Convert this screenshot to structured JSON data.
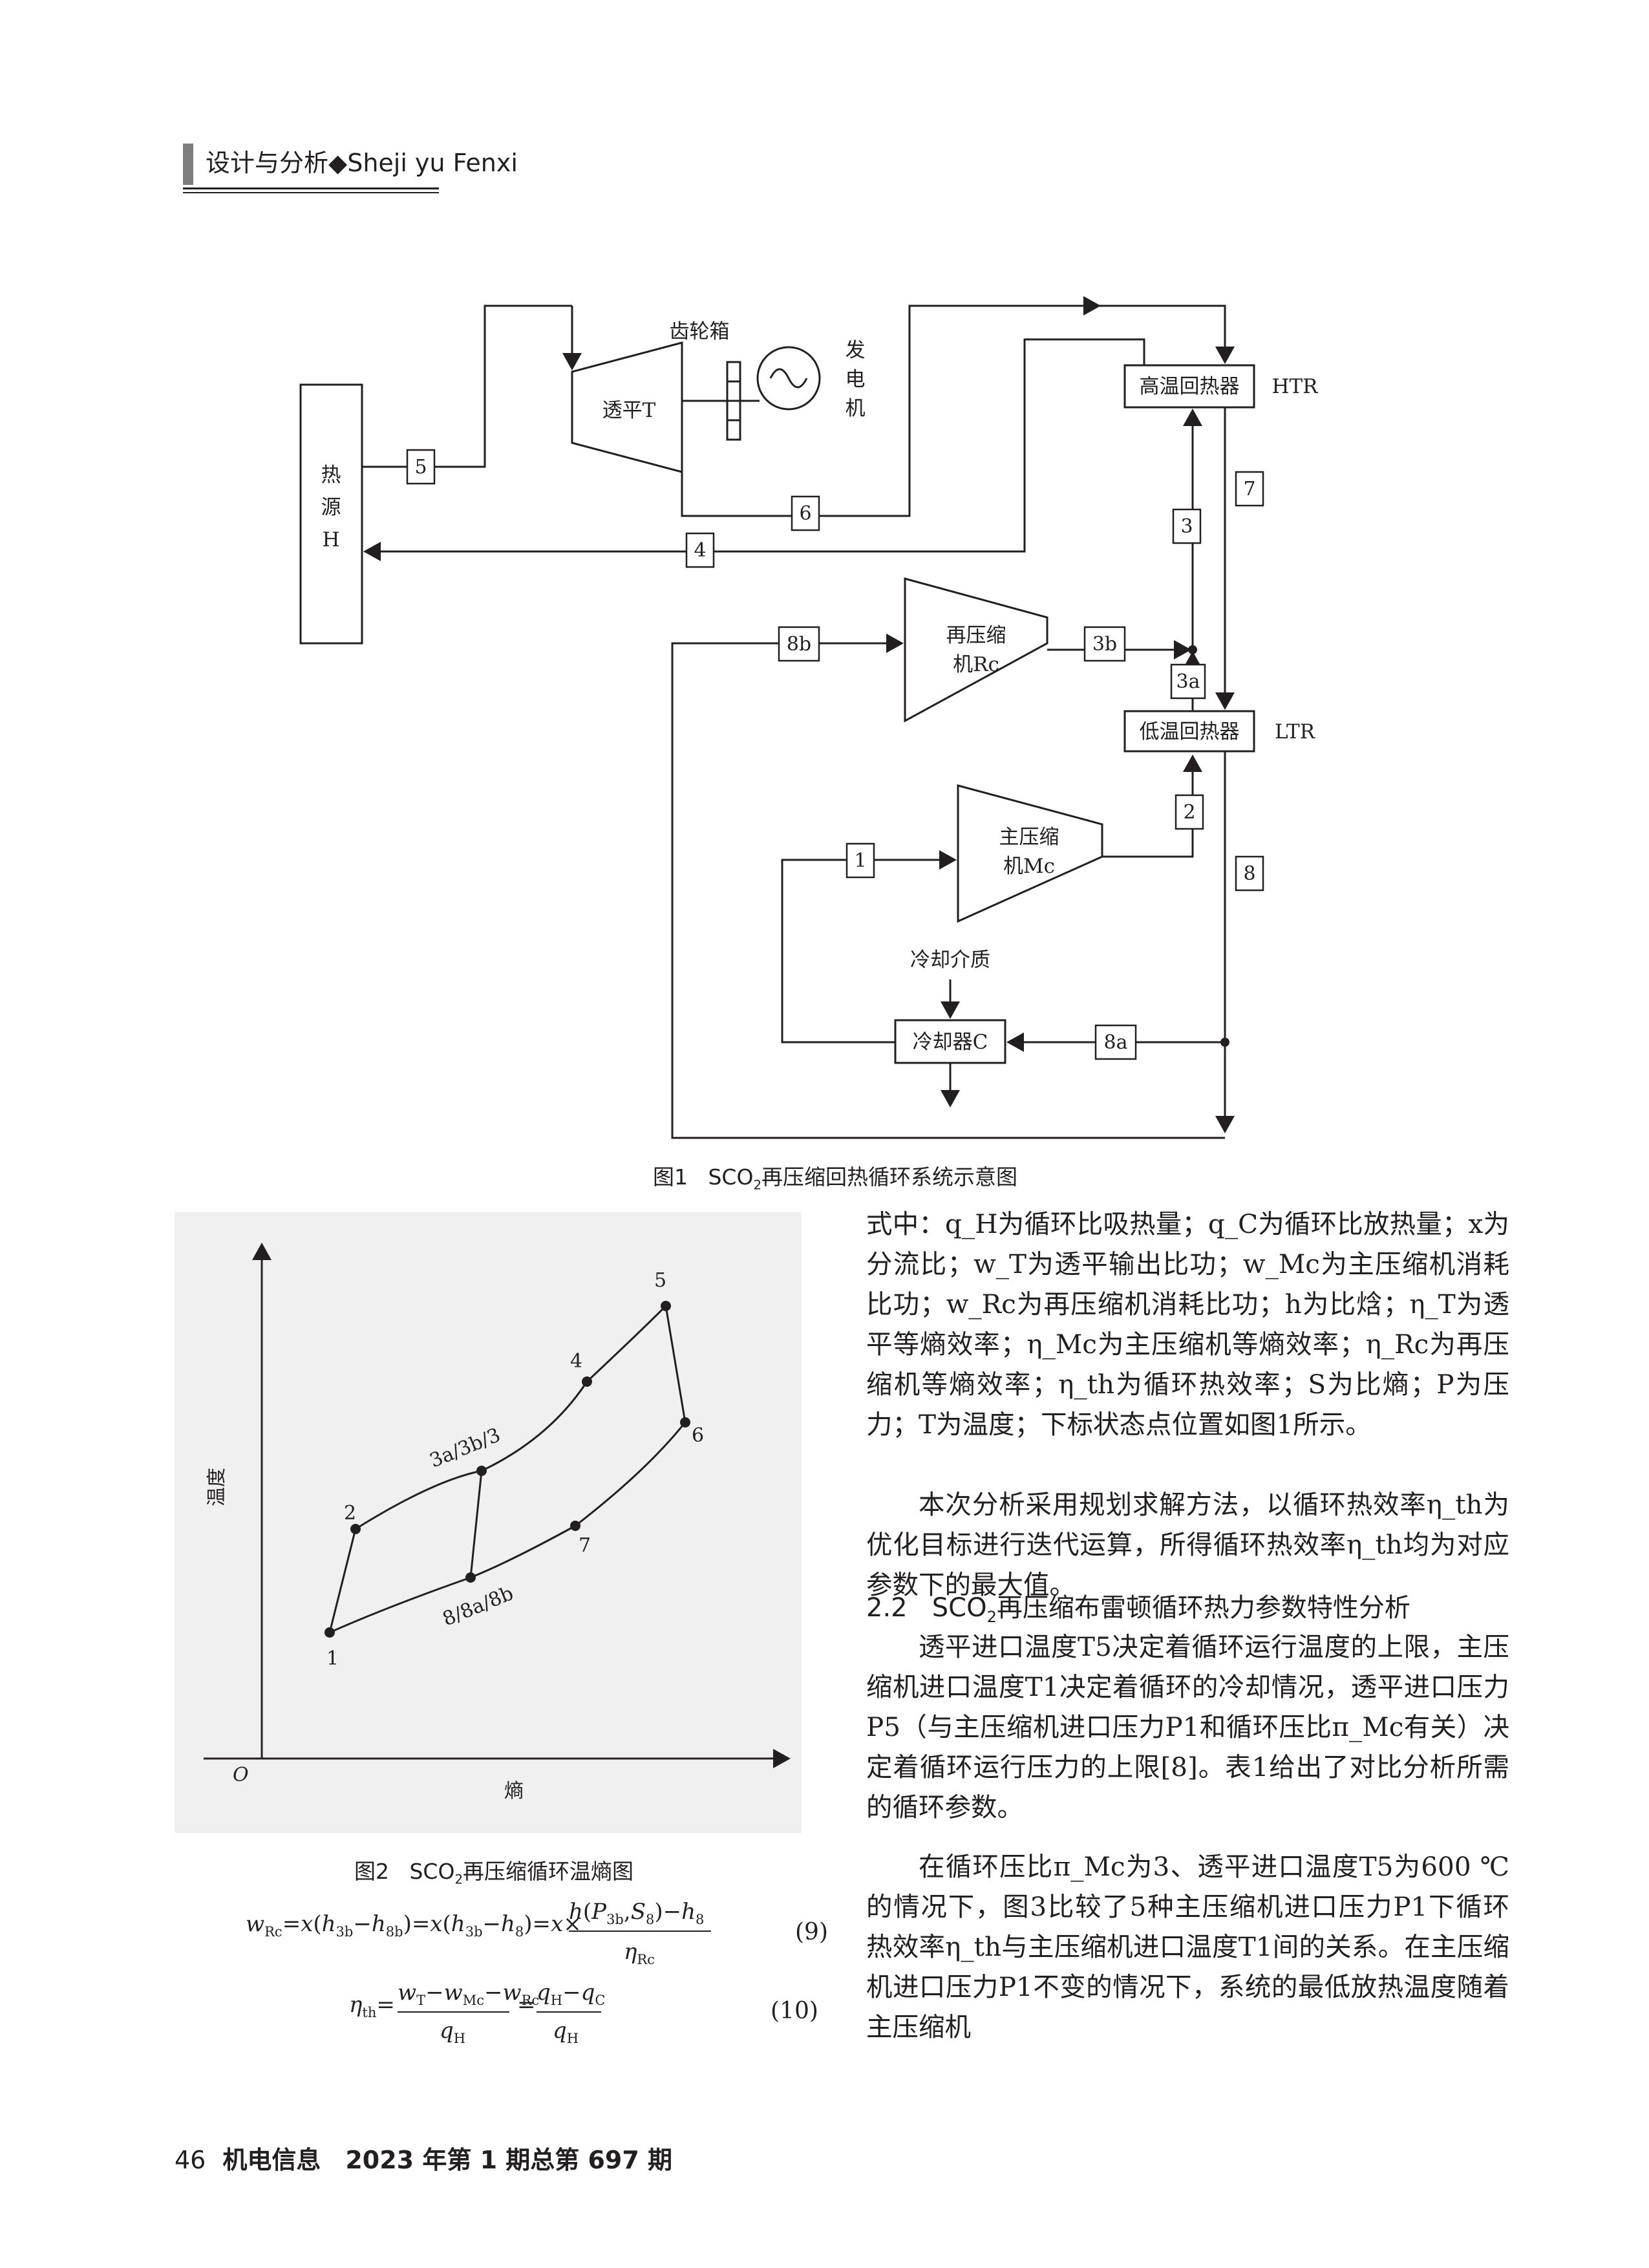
{
  "header": {
    "section": "设计与分析◆Sheji yu Fenxi"
  },
  "figure1": {
    "caption_prefix": "图1",
    "caption_main": "SCO",
    "caption_sub": "2",
    "caption_rest": "再压缩回热循环系统示意图",
    "labels": {
      "heat_source": [
        "热",
        "源",
        "H"
      ],
      "turbine": "透平T",
      "gearbox": "齿轮箱",
      "generator": [
        "发",
        "电",
        "机"
      ],
      "htr": "高温回热器",
      "htr_tag": "HTR",
      "ltr": "低温回热器",
      "ltr_tag": "LTR",
      "recompressor": [
        "再压缩",
        "机Rc"
      ],
      "main_compressor": [
        "主压缩",
        "机Mc"
      ],
      "cooling_medium": "冷却介质",
      "cooler": "冷却器C"
    },
    "state_points": [
      "5",
      "6",
      "4",
      "7",
      "3",
      "8b",
      "3b",
      "3a",
      "2",
      "1",
      "8",
      "8a"
    ]
  },
  "figure2": {
    "caption_prefix": "图2",
    "caption_main": "SCO",
    "caption_sub": "2",
    "caption_rest": "再压缩循环温熵图",
    "ylabel": "温度",
    "xlabel": "熵",
    "origin": "O",
    "point_labels": [
      "1",
      "2",
      "3a/3b/3",
      "4",
      "5",
      "6",
      "7",
      "8/8a/8b"
    ]
  },
  "equations": {
    "eq9_number": "(9)",
    "eq10_number": "(10)"
  },
  "right_column": {
    "p1": "式中：q_H为循环比吸热量；q_C为循环比放热量；x为分流比；w_T为透平输出比功；w_Mc为主压缩机消耗比功；w_Rc为再压缩机消耗比功；h为比焓；η_T为透平等熵效率；η_Mc为主压缩机等熵效率；η_Rc为再压缩机等熵效率；η_th为循环热效率；S为比熵；P为压力；T为温度；下标状态点位置如图1所示。",
    "p2": "本次分析采用规划求解方法，以循环热效率η_th为优化目标进行迭代运算，所得循环热效率η_th均为对应参数下的最大值。",
    "section_number": "2.2",
    "section_title_a": "SCO",
    "section_title_sub": "2",
    "section_title_b": "再压缩布雷顿循环热力参数特性分析",
    "p3": "透平进口温度T5决定着循环运行温度的上限，主压缩机进口温度T1决定着循环的冷却情况，透平进口压力P5（与主压缩机进口压力P1和循环压比π_Mc有关）决定着循环运行压力的上限[8]。表1给出了对比分析所需的循环参数。",
    "p4": "在循环压比π_Mc为3、透平进口温度T5为600 ℃的情况下，图3比较了5种主压缩机进口压力P1下循环热效率η_th与主压缩机进口温度T1间的关系。在主压缩机进口压力P1不变的情况下，系统的最低放热温度随着主压缩机"
  },
  "footer": {
    "page": "46",
    "journal": "机电信息　2023 年第 1 期总第 697 期"
  }
}
